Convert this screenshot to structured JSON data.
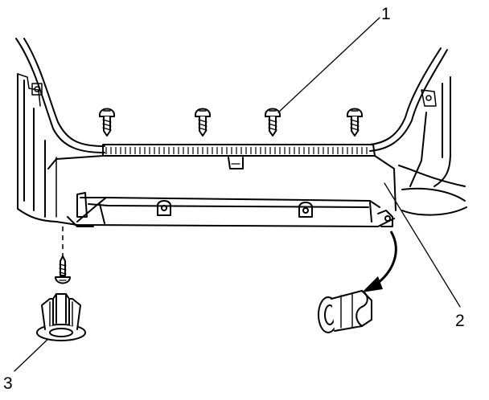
{
  "diagram": {
    "callouts": [
      {
        "id": "1",
        "label": "1"
      },
      {
        "id": "2",
        "label": "2"
      },
      {
        "id": "3",
        "label": "3"
      }
    ],
    "colors": {
      "ink": "#000000",
      "background": "#ffffff",
      "shade": "#3a3a3a"
    }
  }
}
